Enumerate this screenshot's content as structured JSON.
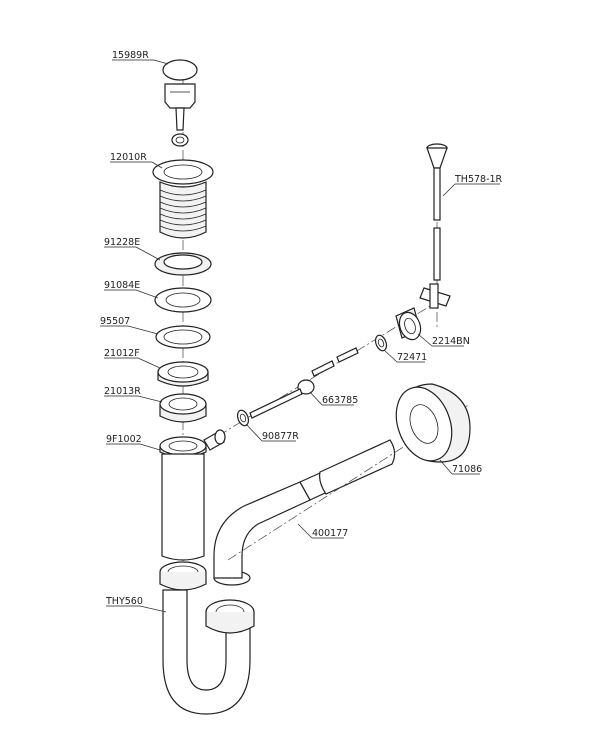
{
  "parts": [
    {
      "id": "p15989r",
      "number": "15989R"
    },
    {
      "id": "p12010r",
      "number": "12010R"
    },
    {
      "id": "p91228e",
      "number": "91228E"
    },
    {
      "id": "p91084e",
      "number": "91084E"
    },
    {
      "id": "p95507",
      "number": "95507"
    },
    {
      "id": "p21012f",
      "number": "21012F"
    },
    {
      "id": "p21013r",
      "number": "21013R"
    },
    {
      "id": "p9f1002",
      "number": "9F1002"
    },
    {
      "id": "pthy560",
      "number": "THY560"
    },
    {
      "id": "pth5781r",
      "number": "TH578-1R"
    },
    {
      "id": "p2214bn",
      "number": "2214BN"
    },
    {
      "id": "p72471",
      "number": "72471"
    },
    {
      "id": "p663785",
      "number": "663785"
    },
    {
      "id": "p90877r",
      "number": "90877R"
    },
    {
      "id": "p71086",
      "number": "71086"
    },
    {
      "id": "p400177",
      "number": "400177"
    }
  ],
  "colors": {
    "line": "#222222",
    "fill": "#ffffff",
    "shade": "#f2f2f2"
  }
}
